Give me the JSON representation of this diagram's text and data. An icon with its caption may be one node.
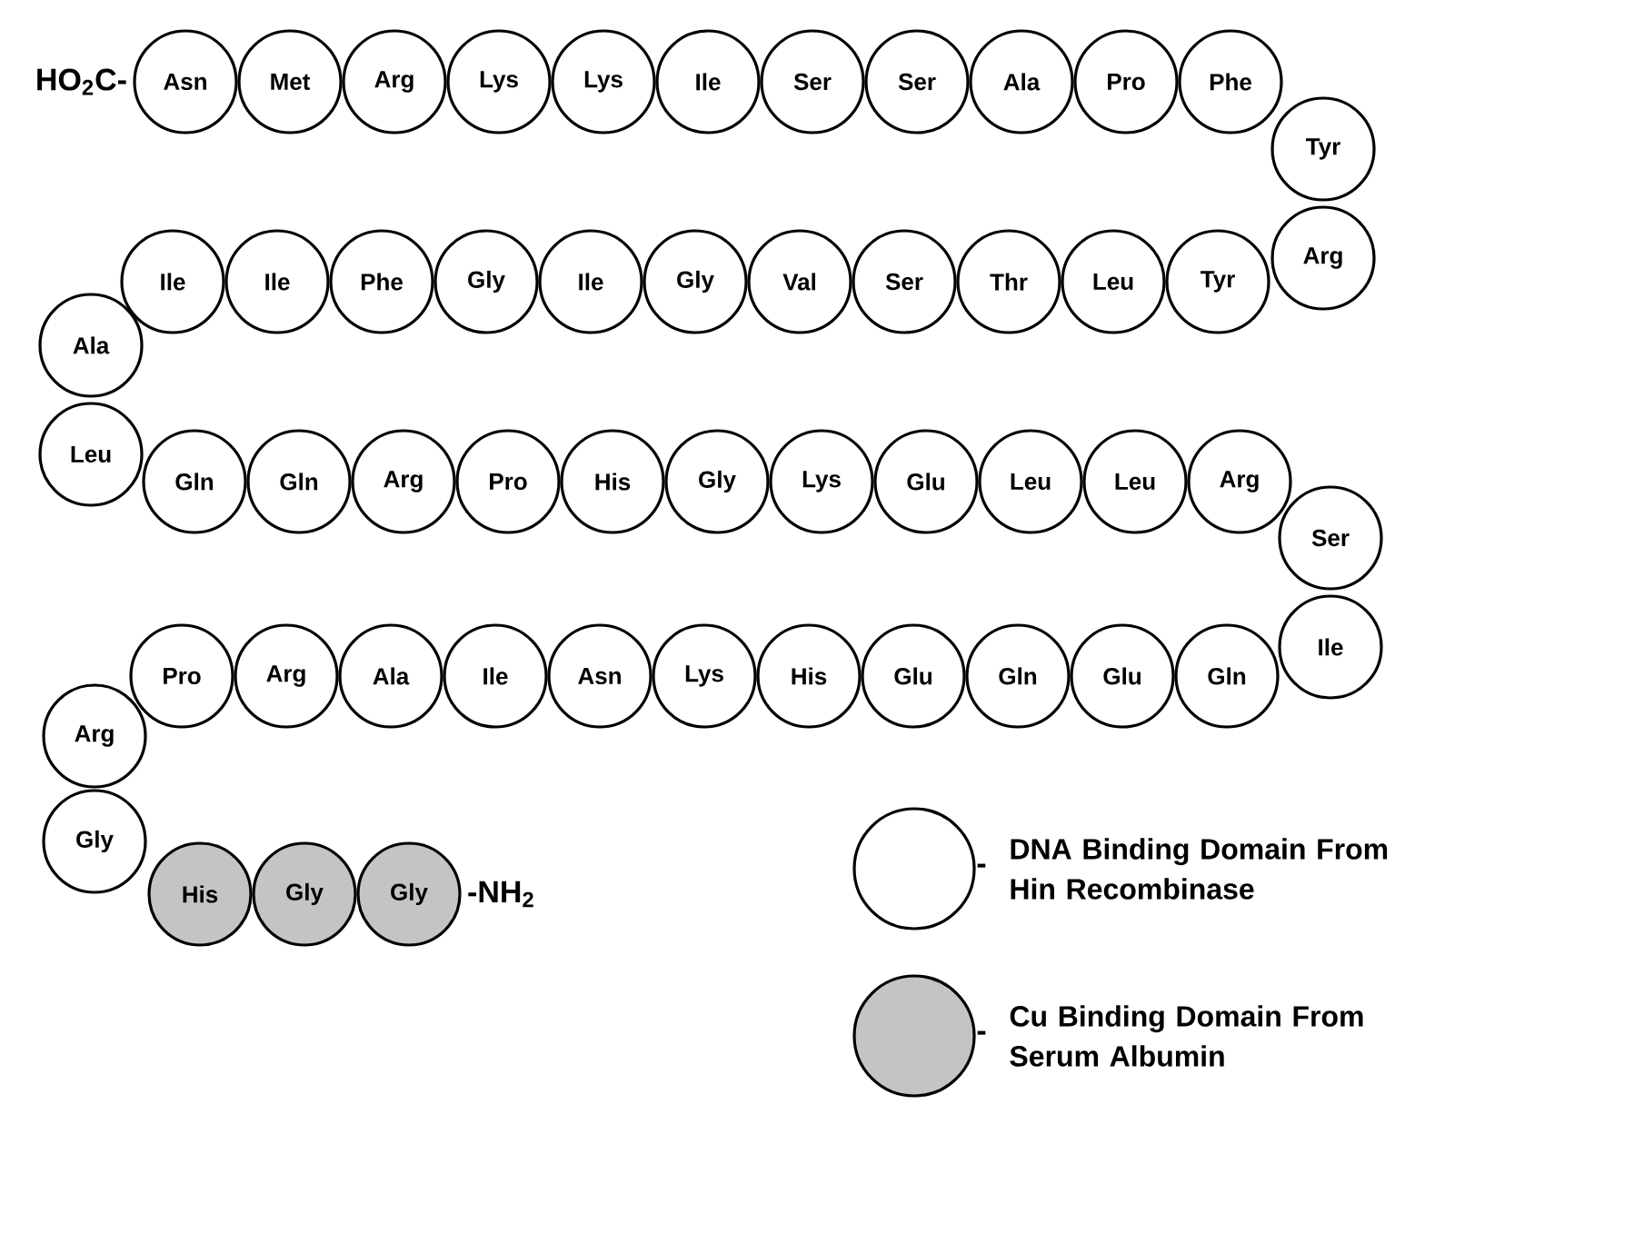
{
  "diagram": {
    "nodes": [
      {
        "text": [
          "Asn"
        ],
        "beside": [
          "HO$_{2}$C-"
        ]
      },
      {
        "text": [
          "Met"
        ]
      },
      {
        "text": [
          "Arg"
        ]
      },
      {
        "text": [
          "Lys"
        ]
      },
      {
        "text": [
          "Lys"
        ]
      },
      {
        "text": [
          "Ile"
        ]
      },
      {
        "text": [
          "Ser"
        ]
      },
      {
        "text": [
          "Ser"
        ]
      },
      {
        "text": [
          "Ala"
        ]
      },
      {
        "text": [
          "Pro"
        ]
      },
      {
        "text": [
          "Phe"
        ]
      },
      {
        "text": [
          "Tyr"
        ]
      },
      {
        "text": [
          "Arg"
        ]
      },
      {
        "text": [
          "Tyr"
        ]
      },
      {
        "text": [
          "Leu"
        ]
      },
      {
        "text": [
          "Thr"
        ]
      },
      {
        "text": [
          "Ser"
        ]
      },
      {
        "text": [
          "Val"
        ]
      },
      {
        "text": [
          "Gly"
        ]
      },
      {
        "text": [
          "Ile"
        ]
      },
      {
        "text": [
          "Gly"
        ]
      },
      {
        "text": [
          "Phe"
        ]
      },
      {
        "text": [
          "Ile"
        ]
      },
      {
        "text": [
          "Ile"
        ]
      },
      {
        "text": [
          "Ala"
        ]
      },
      {
        "text": [
          "Leu"
        ]
      },
      {
        "text": [
          "Gln"
        ]
      },
      {
        "text": [
          "Gln"
        ]
      },
      {
        "text": [
          "Arg"
        ]
      },
      {
        "text": [
          "Pro"
        ]
      },
      {
        "text": [
          "His"
        ]
      },
      {
        "text": [
          "Gly"
        ]
      },
      {
        "text": [
          "Lys"
        ]
      },
      {
        "text": [
          "Glu"
        ]
      },
      {
        "text": [
          "Leu"
        ]
      },
      {
        "text": [
          "Leu"
        ]
      },
      {
        "text": [
          "Arg"
        ]
      },
      {
        "text": [
          "Ser"
        ]
      },
      {
        "text": [
          "Ile"
        ]
      },
      {
        "text": [
          "Gln"
        ]
      },
      {
        "text": [
          "Glu"
        ]
      },
      {
        "text": [
          "Gln"
        ]
      },
      {
        "text": [
          "Glu"
        ]
      },
      {
        "text": [
          "His"
        ]
      },
      {
        "text": [
          "Lys"
        ]
      },
      {
        "text": [
          "Asn"
        ]
      },
      {
        "text": [
          "Ile"
        ]
      },
      {
        "text": [
          "Ala"
        ]
      },
      {
        "text": [
          "Arg"
        ]
      },
      {
        "text": [
          "Pro"
        ]
      },
      {
        "text": [
          "Arg"
        ]
      },
      {
        "text": [
          "Gly"
        ]
      },
      {
        "text": [
          "His"
        ]
      },
      {
        "text": [
          "Gly"
        ]
      },
      {
        "text": [
          "Gly"
        ],
        "beside": [
          "-NH$_{2}$"
        ]
      }
    ],
    "edges": [],
    "labels": [
      "-",
      "-"
    ],
    "legend": [
      {
        "text": "DNA Binding Domain From Hin Recombinase"
      },
      {
        "text": "Cu Binding Domain From Serum Albumin",
        "color": "#c4c4c4"
      }
    ]
  }
}
